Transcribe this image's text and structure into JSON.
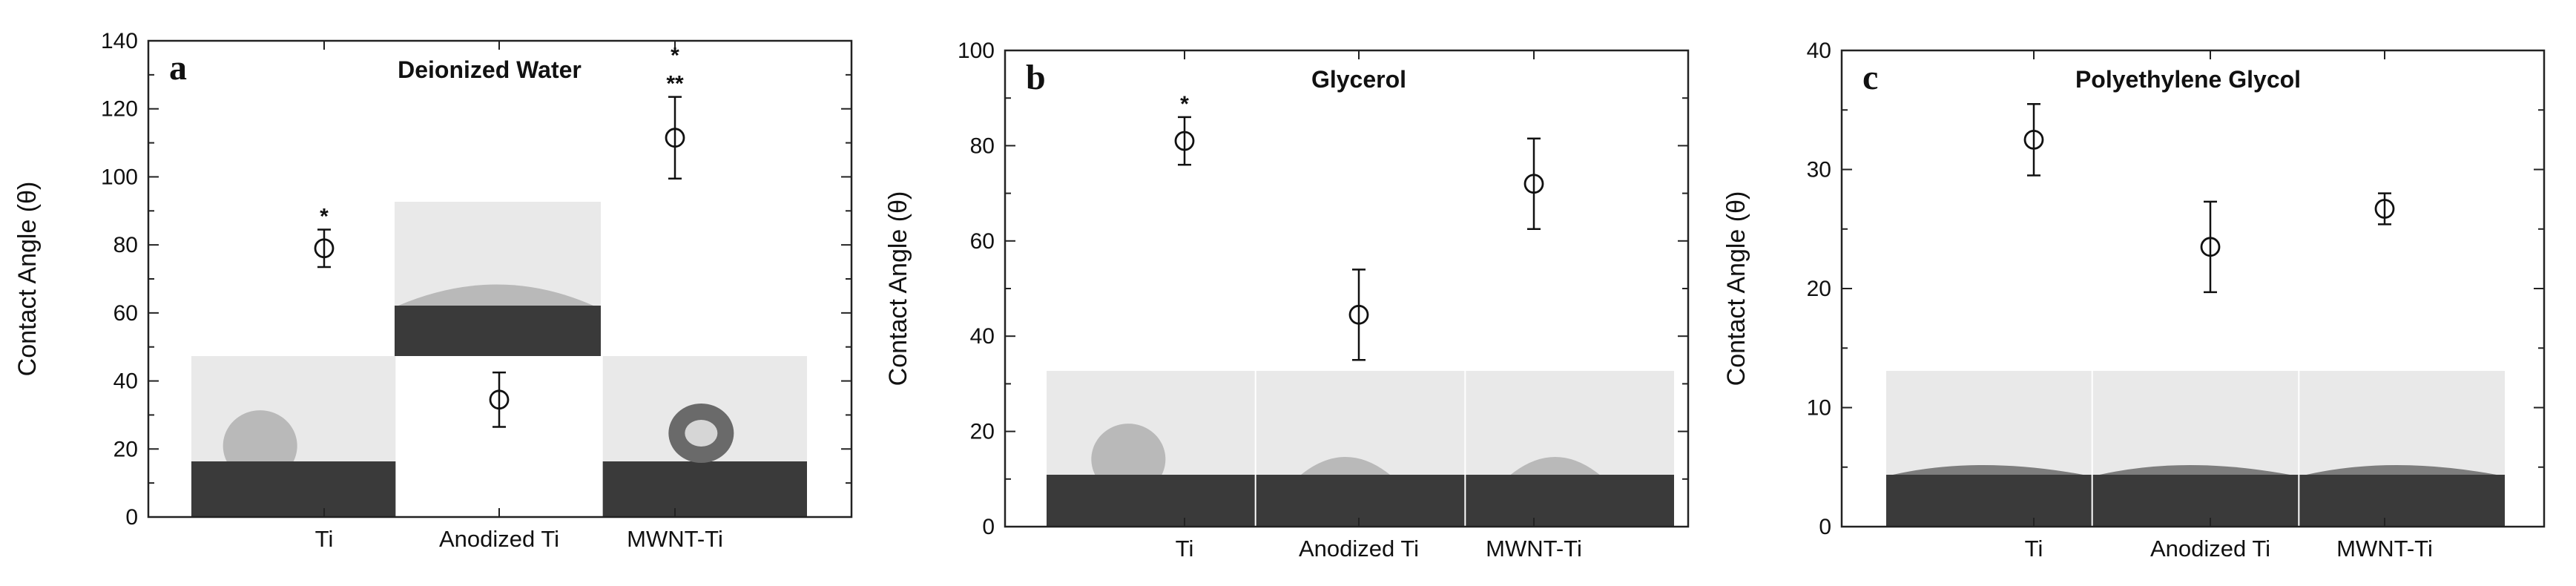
{
  "colors": {
    "axis": "#222222",
    "marker": "#111111",
    "substrate": "#3a3a3a",
    "photo_bg": "#e9e9e9",
    "droplet": "#b9b9b9"
  },
  "chart_data": [
    {
      "type": "scatter",
      "panel": "a",
      "title": "Deionized  Water",
      "ylabel": "Contact Angle (θ)",
      "ylim": [
        0,
        140
      ],
      "yticks": [
        0,
        20,
        40,
        60,
        80,
        100,
        120,
        140
      ],
      "categories": [
        "Ti",
        "Anodized Ti",
        "MWNT-Ti"
      ],
      "values": [
        79,
        34.5,
        111.5
      ],
      "errors": [
        5.5,
        8,
        12
      ],
      "significance": [
        "*",
        "",
        "*\n**"
      ],
      "droplet_shapes": [
        "bead",
        "flat",
        "ball"
      ]
    },
    {
      "type": "scatter",
      "panel": "b",
      "title": "Glycerol",
      "ylabel": "Contact Angle (θ)",
      "ylim": [
        0,
        100
      ],
      "yticks": [
        0,
        20,
        40,
        60,
        80,
        100
      ],
      "categories": [
        "Ti",
        "Anodized Ti",
        "MWNT-Ti"
      ],
      "values": [
        81,
        44.5,
        72
      ],
      "errors": [
        5,
        9.5,
        9.5
      ],
      "significance": [
        "*",
        "",
        ""
      ],
      "droplet_shapes": [
        "bead",
        "cap",
        "cap"
      ]
    },
    {
      "type": "scatter",
      "panel": "c",
      "title": "Polyethylene Glycol",
      "ylabel": "Contact Angle (θ)",
      "ylim": [
        0,
        40
      ],
      "yticks": [
        0,
        10,
        20,
        30,
        40
      ],
      "categories": [
        "Ti",
        "Anodized Ti",
        "MWNT-Ti"
      ],
      "values": [
        32.5,
        23.5,
        26.7
      ],
      "errors": [
        3,
        3.8,
        1.3
      ],
      "significance": [
        "",
        "",
        ""
      ],
      "droplet_shapes": [
        "film",
        "film",
        "film"
      ]
    }
  ]
}
